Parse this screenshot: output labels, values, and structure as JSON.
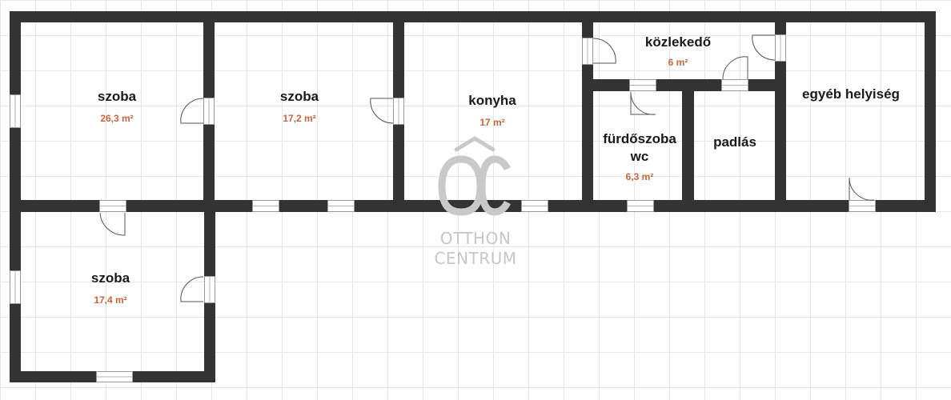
{
  "rooms": [
    {
      "id": "szoba-1",
      "name": "szoba",
      "area": "26,3 m²"
    },
    {
      "id": "szoba-2",
      "name": "szoba",
      "area": "17,2 m²"
    },
    {
      "id": "konyha",
      "name": "konyha",
      "area": "17 m²"
    },
    {
      "id": "kozlekedo",
      "name": "közlekedő",
      "area": "6 m²"
    },
    {
      "id": "furdoszoba",
      "name": "fürdőszoba",
      "name2": "wc",
      "area": "6,3 m²"
    },
    {
      "id": "padlas",
      "name": "padlás"
    },
    {
      "id": "egyeb",
      "name": "egyéb helyiség"
    },
    {
      "id": "szoba-3",
      "name": "szoba",
      "area": "17,4 m²"
    }
  ],
  "watermark": {
    "line1": "OTTHON",
    "line2": "CENTRUM"
  },
  "colors": {
    "wall": "#333333",
    "area_text": "#c5663c",
    "watermark": "#c7c7c7"
  }
}
